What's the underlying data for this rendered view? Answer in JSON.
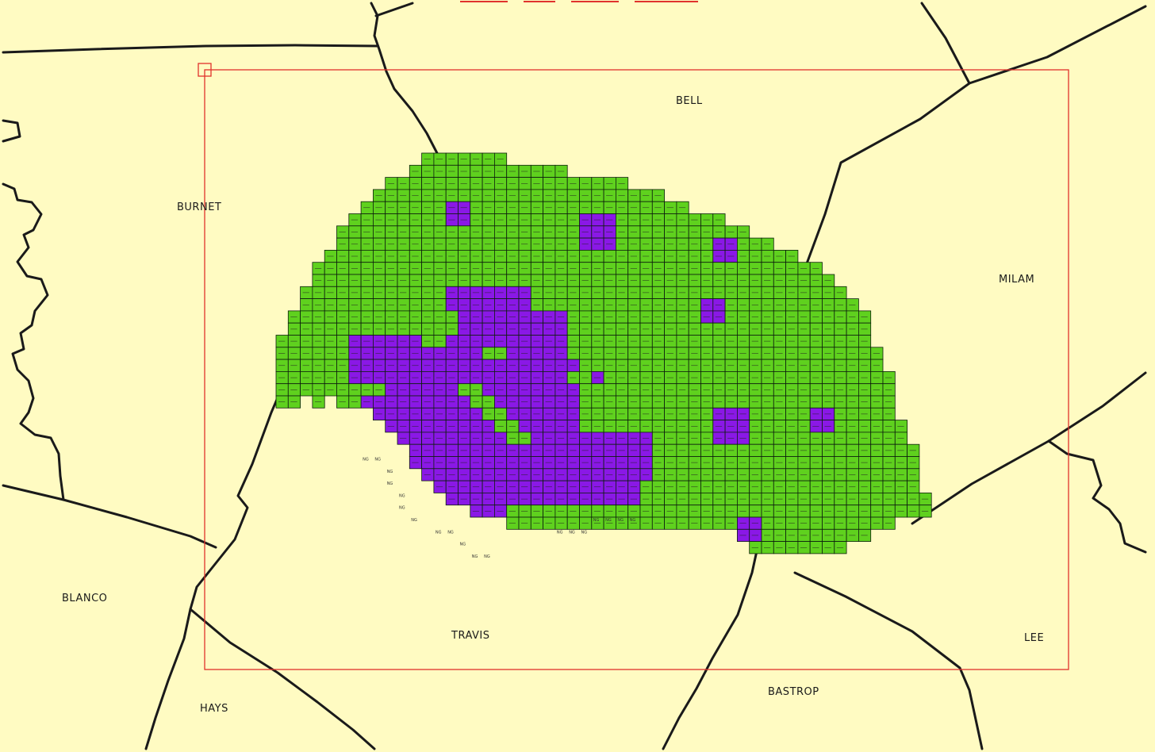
{
  "map": {
    "counties": [
      {
        "name": "BELL"
      },
      {
        "name": "BURNET"
      },
      {
        "name": "MILAM"
      },
      {
        "name": "BLANCO"
      },
      {
        "name": "TRAVIS"
      },
      {
        "name": "LEE"
      },
      {
        "name": "BASTROP"
      },
      {
        "name": "HAYS"
      }
    ],
    "colors": {
      "land": "#fffbc2",
      "county_border": "#1a1a1a",
      "grid_cell_a": "#5fd11e",
      "grid_cell_b": "#8a18e6",
      "extent_box": "#e0322c"
    },
    "grid_cell_label": "NG"
  }
}
